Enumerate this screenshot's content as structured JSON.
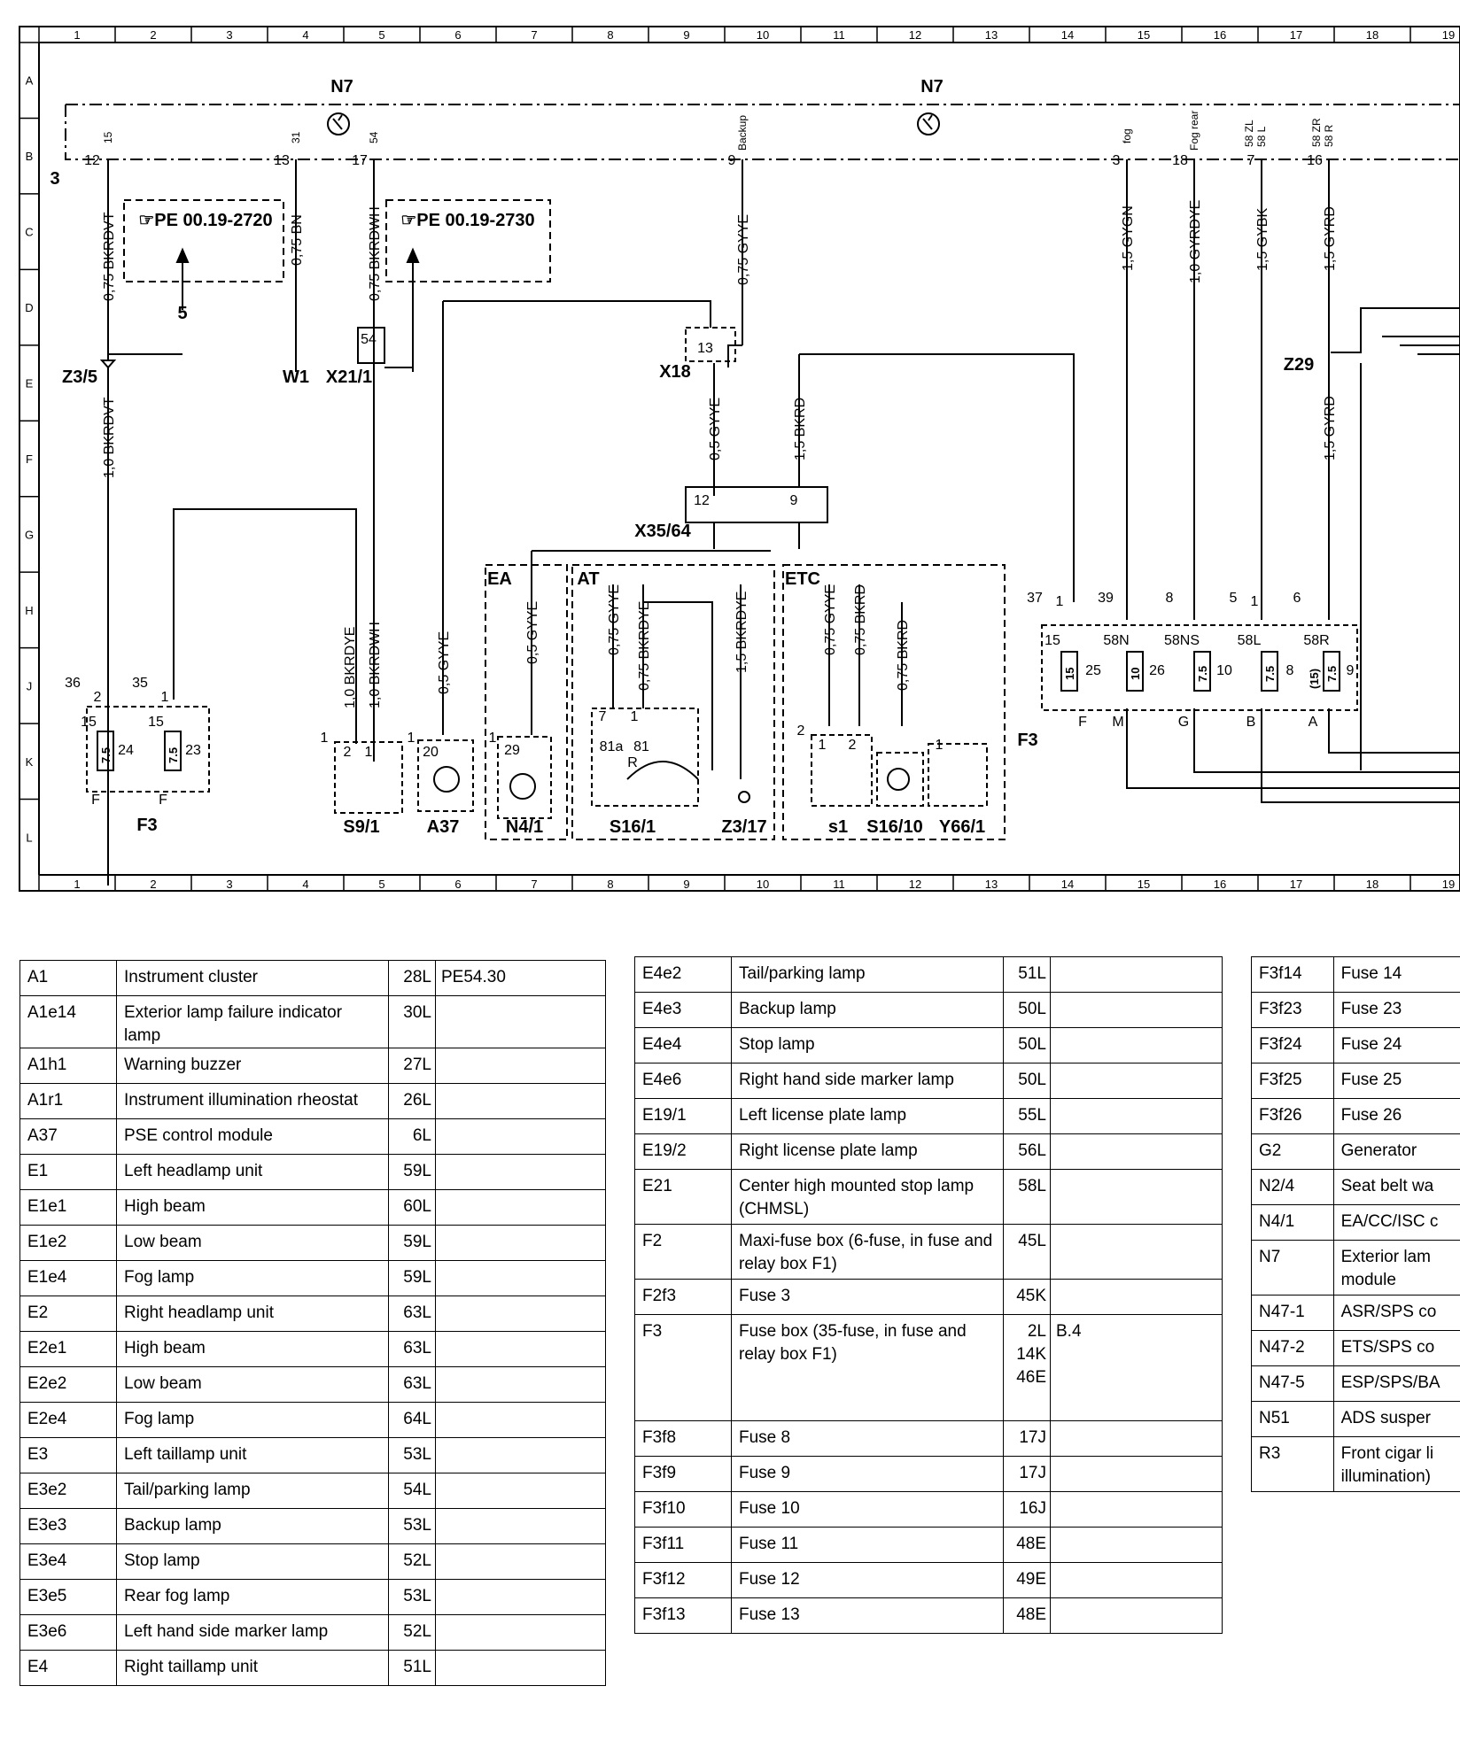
{
  "grid": {
    "columns": [
      "1",
      "2",
      "3",
      "4",
      "5",
      "6",
      "7",
      "8",
      "9",
      "10",
      "11",
      "12",
      "13",
      "14",
      "15",
      "16",
      "17",
      "18",
      "19"
    ],
    "rows": [
      "A",
      "B",
      "C",
      "D",
      "E",
      "F",
      "G",
      "H",
      "J",
      "K",
      "L"
    ]
  },
  "modules": {
    "n7_left": "N7",
    "n7_right": "N7",
    "pe_ref_1": "☞PE 00.19-2720",
    "pe_ref_2": "☞PE 00.19-2730",
    "z3_5": "Z3/5",
    "w1": "W1",
    "x21_1": "X21/1",
    "x18": "X18",
    "x35_64": "X35/64",
    "z29": "Z29",
    "f3_left": "F3",
    "f3_right": "F3",
    "s9_1": "S9/1",
    "a37": "A37",
    "n4_1": "N4/1",
    "s16_1": "S16/1",
    "z3_17": "Z3/17",
    "s1": "s1",
    "s16_10": "S16/10",
    "y66_1": "Y66/1",
    "ea": "EA",
    "at": "AT",
    "etc": "ETC",
    "num_5": "5",
    "num_3": "3"
  },
  "pins": {
    "p12": "12",
    "p13": "13",
    "p17": "17",
    "p9": "9",
    "p3": "3",
    "p18": "18",
    "p7": "7",
    "p16": "16",
    "t15": "15",
    "t31": "31",
    "t54": "54",
    "t_backup": "Backup",
    "t_fog": "fog",
    "t_fogrear": "Fog rear",
    "t_58zl": "58 ZL",
    "t_58l": "58 L",
    "t_58zr": "58 ZR",
    "t_58r": "58 R",
    "x18_13": "13",
    "x21_54": "54",
    "x35_12": "12",
    "x35_9": "9",
    "f3_36": "36",
    "f3_35": "35",
    "f3_15a": "15",
    "f3_15b": "15",
    "f3_2": "2",
    "f3_1": "1",
    "f3_24": "24",
    "f3_23": "23",
    "f3_F1": "F",
    "f3_F2": "F",
    "r_37": "37",
    "r_1": "1",
    "r_39": "39",
    "r_8": "8",
    "r_5": "5",
    "r_1b": "1",
    "r_6": "6",
    "r_15": "15",
    "r_25": "25",
    "r_58n": "58N",
    "r_26": "26",
    "r_58ns": "58NS",
    "r_10": "10",
    "r_58l": "58L",
    "r_8b": "8",
    "r_58r": "58R",
    "r_9": "9",
    "r_F": "F",
    "r_M": "M",
    "r_G": "G",
    "r_B": "B",
    "r_A": "A",
    "s9_1a": "1",
    "s9_2": "2",
    "s9_1b": "1",
    "a37_1": "1",
    "a37_20": "20",
    "n4_1": "1",
    "n4_29": "29",
    "s16_7": "7",
    "s16_1": "1",
    "s16_81a": "81a",
    "s16_81": "81",
    "s16_R": "R",
    "etc_2": "2",
    "etc_1": "1",
    "etc_2b": "2",
    "etc_1b": "1"
  },
  "fuses": {
    "f_75a": "7.5",
    "f_75b": "7.5",
    "f_15": "15",
    "f_10": "10",
    "f_75c": "7.5",
    "f_75d": "7.5",
    "f_15p": "(15)",
    "f_75e": "7.5"
  },
  "wires": {
    "w1": "0,75 BKRDVT",
    "w2": "1,0 BKRDVT",
    "w3": "0,75 BN",
    "w4": "0,75 BKRDWH",
    "w5": "0,75 GYYE",
    "w6": "0,5 GYYE",
    "w7": "1,5 BKRD",
    "w8": "1,5 GYGN",
    "w9": "1,0 GYRDYE",
    "w10": "1,5 GYBK",
    "w11": "1,5 GYRD",
    "w12": "1,5 GYRD",
    "w13": "1,0 BKRDYE",
    "w14": "1,0 BKRDWH",
    "w15": "0,5 GYYE",
    "w16": "0,5 GYYE",
    "w17": "0,75 GYYE",
    "w18": "0,75 BKRDYE",
    "w19": "1,5 BKRDYE",
    "w20": "0,75 GYYE",
    "w21": "0,75 BKRD",
    "w22": "0,75 BKRD"
  },
  "table1": [
    {
      "code": "A1",
      "desc": "Instrument cluster",
      "loc": "28L",
      "ref": "PE54.30"
    },
    {
      "code": "A1e14",
      "desc": "Exterior lamp failure indicator lamp",
      "loc": "30L",
      "ref": ""
    },
    {
      "code": "A1h1",
      "desc": "Warning buzzer",
      "loc": "27L",
      "ref": ""
    },
    {
      "code": "A1r1",
      "desc": "Instrument illumination rheostat",
      "loc": "26L",
      "ref": ""
    },
    {
      "code": "A37",
      "desc": "PSE control module",
      "loc": "6L",
      "ref": ""
    },
    {
      "code": "E1",
      "desc": "Left headlamp unit",
      "loc": "59L",
      "ref": ""
    },
    {
      "code": "E1e1",
      "desc": "High beam",
      "loc": "60L",
      "ref": ""
    },
    {
      "code": "E1e2",
      "desc": "Low beam",
      "loc": "59L",
      "ref": ""
    },
    {
      "code": "E1e4",
      "desc": "Fog lamp",
      "loc": "59L",
      "ref": ""
    },
    {
      "code": "E2",
      "desc": "Right headlamp unit",
      "loc": "63L",
      "ref": ""
    },
    {
      "code": "E2e1",
      "desc": "High beam",
      "loc": "63L",
      "ref": ""
    },
    {
      "code": "E2e2",
      "desc": "Low beam",
      "loc": "63L",
      "ref": ""
    },
    {
      "code": "E2e4",
      "desc": "Fog lamp",
      "loc": "64L",
      "ref": ""
    },
    {
      "code": "E3",
      "desc": "Left taillamp unit",
      "loc": "53L",
      "ref": ""
    },
    {
      "code": "E3e2",
      "desc": "Tail/parking lamp",
      "loc": "54L",
      "ref": ""
    },
    {
      "code": "E3e3",
      "desc": "Backup lamp",
      "loc": "53L",
      "ref": ""
    },
    {
      "code": "E3e4",
      "desc": "Stop lamp",
      "loc": "52L",
      "ref": ""
    },
    {
      "code": "E3e5",
      "desc": "Rear fog lamp",
      "loc": "53L",
      "ref": ""
    },
    {
      "code": "E3e6",
      "desc": "Left hand side marker lamp",
      "loc": "52L",
      "ref": ""
    },
    {
      "code": "E4",
      "desc": "Right taillamp unit",
      "loc": "51L",
      "ref": ""
    }
  ],
  "table2": [
    {
      "code": "E4e2",
      "desc": "Tail/parking lamp",
      "loc": "51L",
      "ref": ""
    },
    {
      "code": "E4e3",
      "desc": "Backup lamp",
      "loc": "50L",
      "ref": ""
    },
    {
      "code": "E4e4",
      "desc": "Stop lamp",
      "loc": "50L",
      "ref": ""
    },
    {
      "code": "E4e6",
      "desc": "Right hand side marker lamp",
      "loc": "50L",
      "ref": ""
    },
    {
      "code": "E19/1",
      "desc": "Left license plate lamp",
      "loc": "55L",
      "ref": ""
    },
    {
      "code": "E19/2",
      "desc": "Right license plate lamp",
      "loc": "56L",
      "ref": ""
    },
    {
      "code": "E21",
      "desc": "Center high mounted stop lamp\n(CHMSL)",
      "loc": "58L",
      "ref": ""
    },
    {
      "code": "F2",
      "desc": "Maxi-fuse box (6-fuse, in fuse and\nrelay box F1)",
      "loc": "45L",
      "ref": ""
    },
    {
      "code": "F2f3",
      "desc": "Fuse 3",
      "loc": "45K",
      "ref": ""
    },
    {
      "code": "F3",
      "desc": "Fuse box (35-fuse, in fuse and\nrelay box F1)",
      "loc": "2L\n14K\n46E",
      "ref": "B.4"
    },
    {
      "code": "F3f8",
      "desc": "Fuse 8",
      "loc": "17J",
      "ref": ""
    },
    {
      "code": "F3f9",
      "desc": "Fuse 9",
      "loc": "17J",
      "ref": ""
    },
    {
      "code": "F3f10",
      "desc": "Fuse 10",
      "loc": "16J",
      "ref": ""
    },
    {
      "code": "F3f11",
      "desc": "Fuse 11",
      "loc": "48E",
      "ref": ""
    },
    {
      "code": "F3f12",
      "desc": "Fuse 12",
      "loc": "49E",
      "ref": ""
    },
    {
      "code": "F3f13",
      "desc": "Fuse 13",
      "loc": "48E",
      "ref": ""
    }
  ],
  "table3": [
    {
      "code": "F3f14",
      "desc": "Fuse 14"
    },
    {
      "code": "F3f23",
      "desc": "Fuse 23"
    },
    {
      "code": "F3f24",
      "desc": "Fuse 24"
    },
    {
      "code": "F3f25",
      "desc": "Fuse 25"
    },
    {
      "code": "F3f26",
      "desc": "Fuse 26"
    },
    {
      "code": "G2",
      "desc": "Generator"
    },
    {
      "code": "N2/4",
      "desc": "Seat belt wa"
    },
    {
      "code": "N4/1",
      "desc": "EA/CC/ISC c"
    },
    {
      "code": "N7",
      "desc": "Exterior lam\nmodule"
    },
    {
      "code": "N47-1",
      "desc": "ASR/SPS co"
    },
    {
      "code": "N47-2",
      "desc": "ETS/SPS co"
    },
    {
      "code": "N47-5",
      "desc": "ESP/SPS/BA"
    },
    {
      "code": "N51",
      "desc": "ADS susper"
    },
    {
      "code": "R3",
      "desc": "Front cigar li\nillumination)"
    }
  ]
}
